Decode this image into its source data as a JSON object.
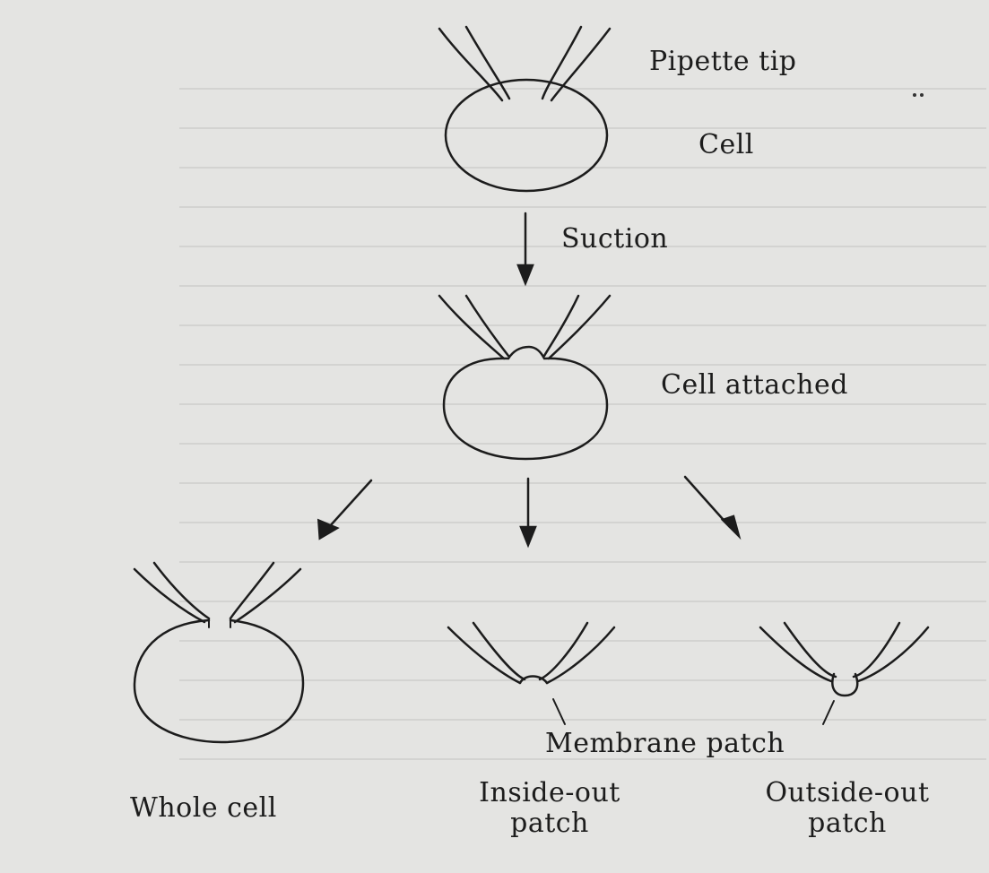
{
  "labels": {
    "pipette_tip": "Pipette tip",
    "cell": "Cell",
    "suction": "Suction",
    "cell_attached": "Cell attached",
    "membrane_patch": "Membrane patch",
    "whole_cell": "Whole cell",
    "inside_out_line1": "Inside-out",
    "inside_out_line2": "patch",
    "outside_out_line1": "Outside-out",
    "outside_out_line2": "patch"
  },
  "colors": {
    "ink": "#1c1c1c",
    "paper": "#e4e4e2"
  }
}
